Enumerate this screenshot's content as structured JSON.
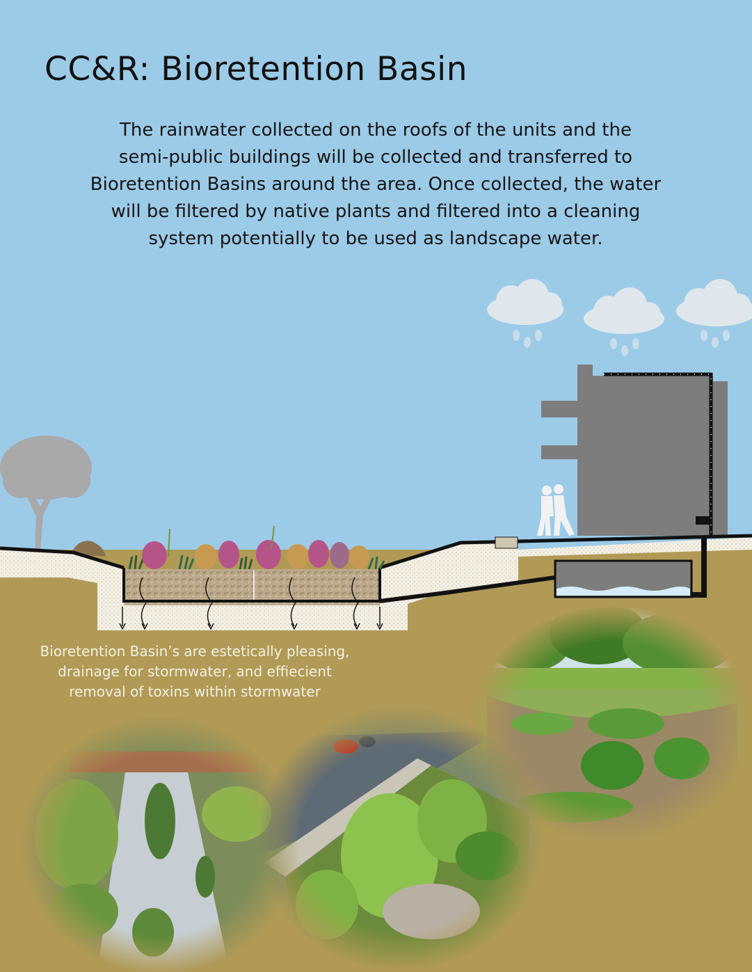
{
  "title": "CC&R: Bioretention Basin",
  "description_lines": [
    "The rainwater collected on the roofs of the units and the",
    "semi-public buildings will be collected and transferred to",
    "Bioretention Basins around the area. Once collected, the water",
    "will be filtered by native plants and filtered into a cleaning",
    "system potentially to be used as landscape water."
  ],
  "caption_lines": [
    "Bioretention Basin’s are estetically pleasing,",
    "drainage for stormwater, and effiecient",
    "removal of toxins within stormwater"
  ],
  "colors": {
    "sky": "#9ccbe8",
    "soil": "#b09a56",
    "soil_dark": "#9a8448",
    "building": "#7d7d7d",
    "gravel": "#bca98c",
    "tree": "#a9a9a9",
    "cloud": "#dfe7ec",
    "rain_drop": "#c9dde8",
    "pipe": "#111111",
    "water": "#d6ecf6"
  },
  "icons": [
    "cloud-icon",
    "rain-drop-icon",
    "tree-icon",
    "pedestrian-icon",
    "downpipe-icon",
    "underground-cistern-icon",
    "native-plant-icon",
    "infiltration-arrow-icon"
  ],
  "photos": [
    "rain-garden-photo",
    "bioswale-channel-photo",
    "street-bioswale-photo"
  ]
}
